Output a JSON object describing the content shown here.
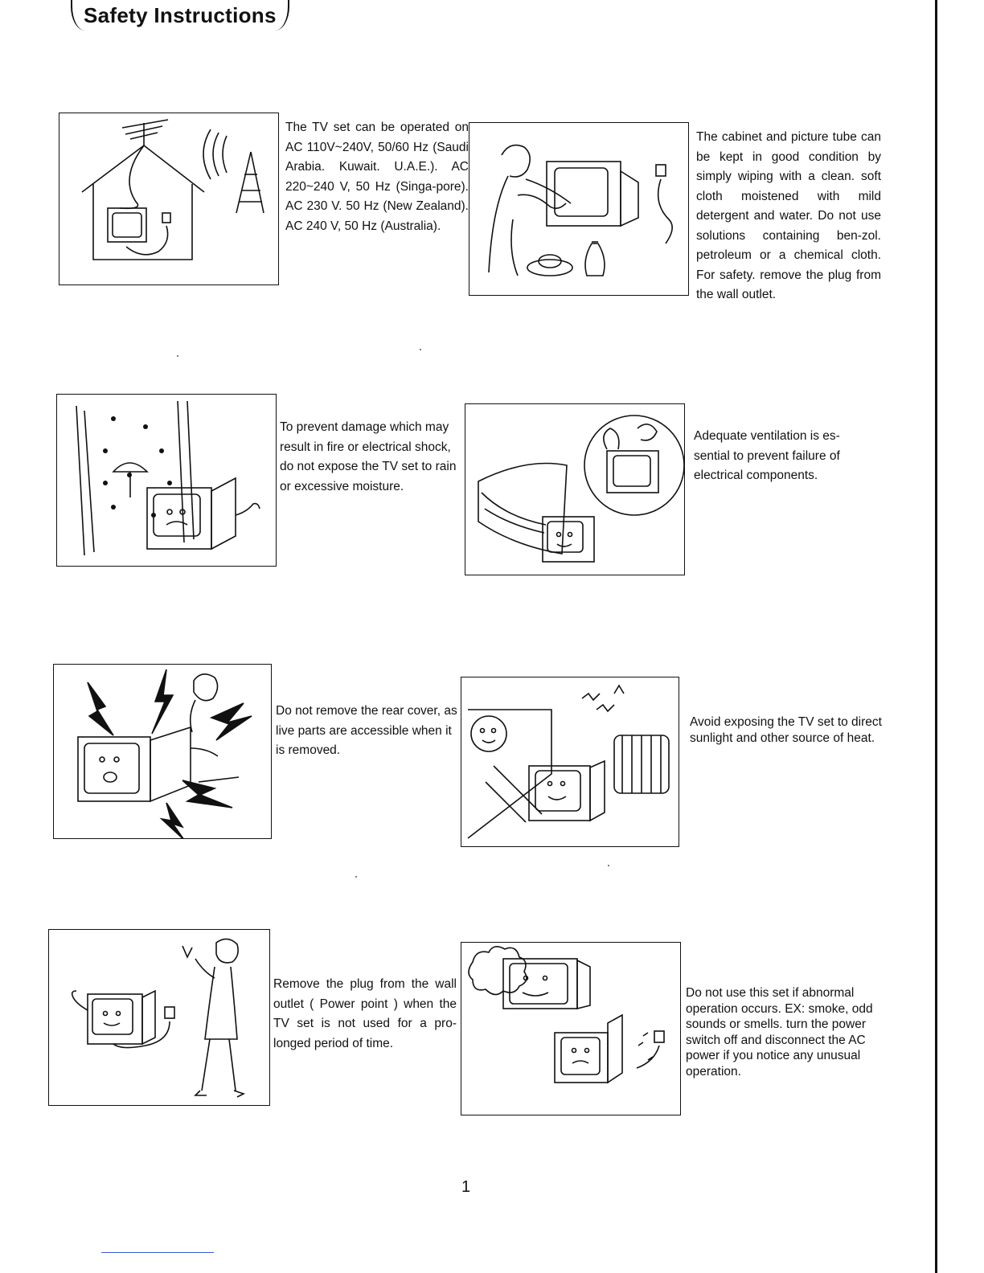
{
  "page": {
    "title": "Safety Instructions",
    "page_number": "1"
  },
  "items": [
    {
      "illustration": "antenna-house-icon",
      "text": "The TV set can be operated on AC 110V~240V, 50/60 Hz (Saudi Arabia. Kuwait. U.A.E.). AC 220~240 V, 50 Hz (Singa-pore). AC 230 V. 50 Hz (New Zealand). AC 240 V, 50 Hz (Australia)."
    },
    {
      "illustration": "cleaning-tv-icon",
      "text": "The cabinet and picture tube can be kept in good condition by simply wiping with a clean. soft cloth moistened with mild detergent and water. Do not use solutions containing ben-zol. petroleum or a chemical cloth. For safety. remove the plug from the wall outlet."
    },
    {
      "illustration": "rain-tv-icon",
      "text": "To prevent damage which may result in fire or electrical shock, do not expose the TV set to rain or excessive moisture."
    },
    {
      "illustration": "ventilation-tv-icon",
      "text": "Adequate ventilation is es-sential to prevent failure of electrical components."
    },
    {
      "illustration": "electric-shock-tv-icon",
      "text": "Do not remove the rear cover, as live parts are accessible when it is removed."
    },
    {
      "illustration": "sun-heater-tv-icon",
      "text": "Avoid exposing the TV set to direct sunlight and other source of heat."
    },
    {
      "illustration": "unplug-tv-icon",
      "text": "Remove the plug from the wall outlet ( Power point ) when the TV set is not used for a pro-longed period of time."
    },
    {
      "illustration": "smoking-tv-icon",
      "text": "Do not use this set if abnormal operation occurs. EX: smoke, odd sounds or smells. turn the power switch off and disconnect the AC power if you notice any unusual operation."
    }
  ]
}
